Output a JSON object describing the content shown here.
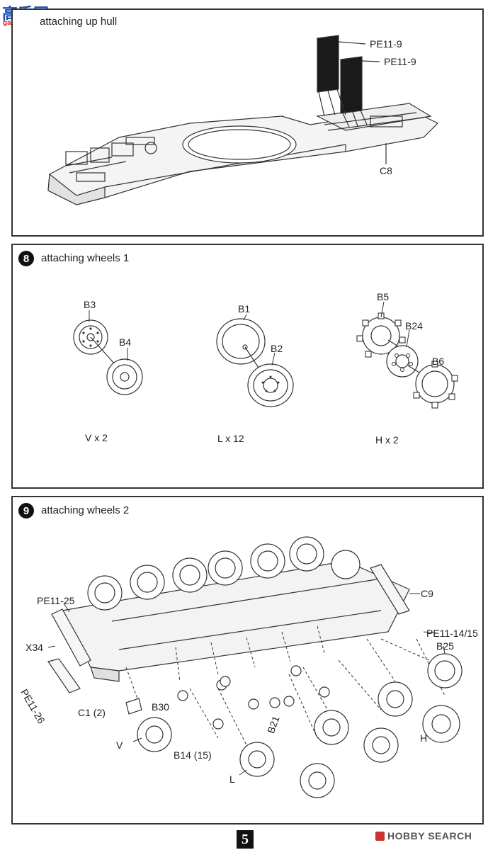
{
  "watermark_top": {
    "logo_text": "高手网",
    "url": "gao-shou.com"
  },
  "step7": {
    "title": "attaching up hull",
    "labels": {
      "pe1": "PE11-9",
      "pe2": "PE11-9",
      "c8": "C8"
    }
  },
  "step8": {
    "number": "8",
    "title": "attaching wheels 1",
    "labels": {
      "b3": "B3",
      "b4": "B4",
      "b1": "B1",
      "b2": "B2",
      "b5": "B5",
      "b24": "B24",
      "b6": "B6",
      "v": "V x 2",
      "l": "L x 12",
      "h": "H x 2"
    }
  },
  "step9": {
    "number": "9",
    "title": "attaching wheels 2",
    "labels": {
      "pe25": "PE11-25",
      "x34": "X34",
      "pe26": "PE11-26",
      "c1": "C1 (2)",
      "b30": "B30",
      "v": "V",
      "b14": "B14 (15)",
      "b21": "B21",
      "l": "L",
      "c9": "C9",
      "pe1415": "PE11-14/15",
      "b25": "B25",
      "h": "H"
    }
  },
  "footer": {
    "page_number": "5",
    "brand": "HOBBY SEARCH"
  }
}
